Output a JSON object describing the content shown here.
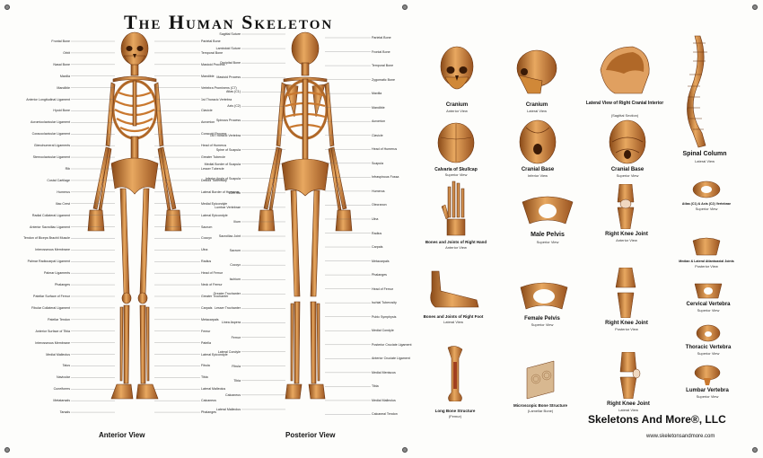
{
  "poster": {
    "title": "The Human Skeleton",
    "brand": "Skeletons And More®, LLC",
    "url": "www.skeletonsandmore.com"
  },
  "views": {
    "anterior": "Anterior View",
    "posterior": "Posterior View"
  },
  "anterior_labels_left": [
    "Frontal Bone",
    "Orbit",
    "Nasal Bone",
    "Maxilla",
    "Mandible",
    "Anterior Longitudinal Ligament",
    "Hyoid Bone",
    "Acromioclavicular Ligament",
    "Coracoclavicular Ligament",
    "Glenohumeral Ligaments",
    "Sternoclavicular Ligament",
    "Rib",
    "Costal Cartilage",
    "Humerus",
    "Iliac Crest",
    "Radial Collateral Ligament",
    "Anterior Sacroiliac Ligament",
    "Tendon of Biceps Brachii Muscle",
    "Interosseous Membrane",
    "Palmar Radiocarpal Ligament",
    "Palmar Ligaments",
    "Phalanges",
    "Patellar Surface of Femur",
    "Fibular Collateral Ligament",
    "Patellar Tendon",
    "Anterior Surface of Tibia",
    "Interosseous Membrane",
    "Medial Malleolus",
    "Talus",
    "Navicular",
    "Cuneiforms",
    "Metatarsals",
    "Tarsals"
  ],
  "anterior_labels_right": [
    "Parietal Bone",
    "Temporal Bone",
    "Mastoid Process",
    "Mandible",
    "Vertebra Prominens (C7)",
    "1st Thoracic Vertebra",
    "Clavicle",
    "Acromion",
    "Coracoid Process",
    "Head of Humerus",
    "Greater Tubercle",
    "Lesser Tubercle",
    "Deltoid Tuberosity",
    "Lateral Border of Humerus",
    "Medial Epicondyle",
    "Lateral Epicondyle",
    "Sacrum",
    "Coccyx",
    "Ulna",
    "Radius",
    "Head of Femur",
    "Neck of Femur",
    "Greater Trochanter",
    "Carpals",
    "Metacarpals",
    "Femur",
    "Patella",
    "Lateral Epicondyle",
    "Fibula",
    "Tibia",
    "Lateral Malleolus",
    "Calcaneus",
    "Phalanges"
  ],
  "posterior_labels_left": [
    "Sagittal Suture",
    "Lambdoid Suture",
    "Occipital Bone",
    "Mastoid Process",
    "Atlas (C1)",
    "Axis (C2)",
    "Spinous Process",
    "1st Thoracic Vertebra",
    "Spine of Scapula",
    "Medial Border of Scapula",
    "Inferior Angle of Scapula",
    "12th Rib",
    "Lumbar Vertebrae",
    "Ilium",
    "Sacroiliac Joint",
    "Sacrum",
    "Coccyx",
    "Ischium",
    "Greater Trochanter",
    "Lesser Trochanter",
    "Linea Aspera",
    "Femur",
    "Lateral Condyle",
    "Fibula",
    "Tibia",
    "Calcaneus",
    "Lateral Malleolus"
  ],
  "posterior_labels_right": [
    "Parietal Bone",
    "Frontal Bone",
    "Temporal Bone",
    "Zygomatic Bone",
    "Maxilla",
    "Mandible",
    "Acromion",
    "Clavicle",
    "Head of Humerus",
    "Scapula",
    "Infraspinous Fossa",
    "Humerus",
    "Olecranon",
    "Ulna",
    "Radius",
    "Carpals",
    "Metacarpals",
    "Phalanges",
    "Head of Femur",
    "Ischial Tuberosity",
    "Pubic Symphysis",
    "Medial Condyle",
    "Posterior Cruciate Ligament",
    "Anterior Cruciate Ligament",
    "Medial Meniscus",
    "Tibia",
    "Medial Malleolus",
    "Calcaneal Tendon"
  ],
  "insets": {
    "cranium_front": {
      "caption": "Cranium",
      "sub": "Anterior View"
    },
    "cranium_lateral": {
      "caption": "Cranium",
      "sub": "Lateral View"
    },
    "cranium_interior": {
      "caption": "Lateral View of Right Cranial Interior",
      "sub": "(Sagittal Section)"
    },
    "calvaria": {
      "caption": "Calvaria of Skullcap",
      "sub": "Superior View"
    },
    "cranial_base_inferior": {
      "caption": "Cranial Base",
      "sub": "Inferior View"
    },
    "cranial_base_superior": {
      "caption": "Cranial Base",
      "sub": "Superior View"
    },
    "spinal_column": {
      "caption": "Spinal Column",
      "sub": "Lateral View"
    },
    "hand": {
      "caption": "Bones and Joints of Right Hand",
      "sub": "Anterior View"
    },
    "male_pelvis": {
      "caption": "Male Pelvis",
      "sub": "Superior View"
    },
    "knee_anterior": {
      "caption": "Right Knee Joint",
      "sub": "Anterior View"
    },
    "atlas_axis": {
      "caption": "Atlas (C1) & Axis (C2) Vertebrae",
      "sub": "Superior View"
    },
    "median_joint": {
      "caption": "Median & Lateral Atlantoaxial Joints",
      "sub": "Posterior View"
    },
    "foot": {
      "caption": "Bones and Joints of Right Foot",
      "sub": "Lateral View"
    },
    "female_pelvis": {
      "caption": "Female Pelvis",
      "sub": "Superior View"
    },
    "knee_posterior": {
      "caption": "Right Knee Joint",
      "sub": "Posterior View"
    },
    "cervical": {
      "caption": "Cervical Vertebra",
      "sub": "Superior View"
    },
    "thoracic": {
      "caption": "Thoracic Vertebra",
      "sub": "Superior View"
    },
    "long_bone": {
      "caption": "Long Bone Structure",
      "sub": "(Femur)"
    },
    "micro_bone": {
      "caption": "Microscopic Bone Structure",
      "sub": "(Lamellar Bone)"
    },
    "knee_lateral": {
      "caption": "Right Knee Joint",
      "sub": "Lateral View"
    },
    "lumbar": {
      "caption": "Lumbar Vertebra",
      "sub": "Superior View"
    }
  },
  "colors": {
    "bone_light": "#e8a860",
    "bone_mid": "#c9782e",
    "bone_dark": "#8a4a18",
    "text": "#111111"
  }
}
